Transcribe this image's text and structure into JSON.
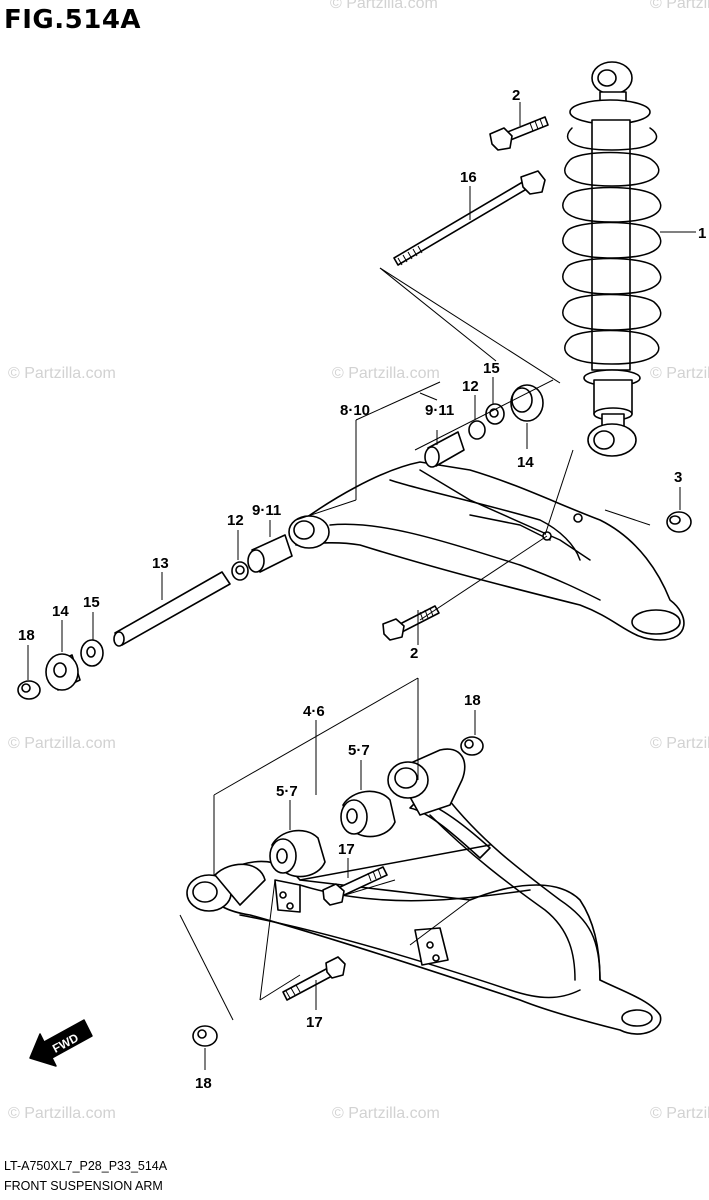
{
  "figure_title": "FIG.514A",
  "footer": {
    "code": "LT-A750XL7_P28_P33_514A",
    "caption": "FRONT SUSPENSION ARM"
  },
  "watermark": "© Partzilla.com",
  "direction_label": "FWD",
  "callouts": {
    "c1": "1",
    "c2_top": "2",
    "c2_mid": "2",
    "c3": "3",
    "c16": "16",
    "c15_top": "15",
    "c12_top": "12",
    "c14_top": "14",
    "c8_10": "8·10",
    "c9_11_top": "9·11",
    "c9_11_left": "9·11",
    "c12_left": "12",
    "c13": "13",
    "c14_left": "14",
    "c15_left": "15",
    "c18_upper": "18",
    "c4_6": "4·6",
    "c18_right": "18",
    "c5_7_a": "5·7",
    "c5_7_b": "5·7",
    "c17_a": "17",
    "c17_b": "17",
    "c18_bottom": "18"
  },
  "icons": {
    "direction_arrow": "fwd-arrow-icon"
  }
}
